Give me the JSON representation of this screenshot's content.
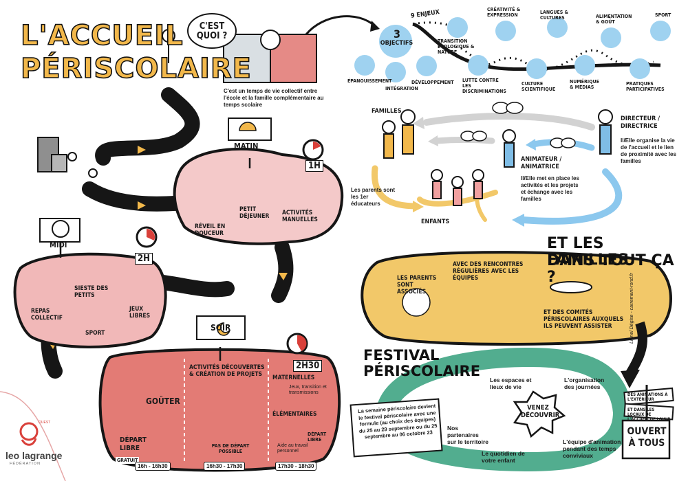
{
  "title": {
    "line1": "L'ACCUEIL",
    "line2": "PÉRISCOLAIRE"
  },
  "cestquoi": {
    "bubble": "C'EST QUOI ?",
    "text": "C'est un temps de vie collectif entre l'école et la famille complémentaire au temps scolaire"
  },
  "objectives": {
    "enjeux": "9 ENJEUX",
    "count": "3",
    "label": "OBJECTIFS",
    "items": [
      "ÉPANOUISSEMENT",
      "INTÉGRATION",
      "DÉVELOPPEMENT"
    ],
    "enjeux_items": [
      "TRANSITION ÉCOLOGIQUE & NATURE",
      "CRÉATIVITÉ & EXPRESSION",
      "LUTTE CONTRE LES DISCRIMINATIONS",
      "CULTURE SCIENTIFIQUE",
      "LANGUES & CULTURES",
      "NUMÉRIQUE & MÉDIAS",
      "ALIMENTATION & GOÛT",
      "PRATIQUES PARTICIPATIVES",
      "SPORT"
    ]
  },
  "actors": {
    "familles": "FAMILLES",
    "parents_text": "Les parents sont les 1er éducateurs",
    "enfants": "ENFANTS",
    "directeur": "DIRECTEUR / DIRECTRICE",
    "directeur_text": "Il/Elle organise la vie de l'accueil et le lien de proximité avec les familles",
    "animateur": "ANIMATEUR / ANIMATRICE",
    "animateur_text": "Il/Elle met en place les activités et les projets et échange avec les familles"
  },
  "matin": {
    "sign": "MATIN",
    "duration": "1h",
    "items": [
      "RÉVEIL EN DOUCEUR",
      "PETIT DÉJEUNER",
      "ACTIVITÉS MANUELLES"
    ]
  },
  "midi": {
    "sign": "MIDI",
    "duration": "2h",
    "items": [
      "REPAS COLLECTIF",
      "SIESTE DES PETITS",
      "JEUX LIBRES",
      "SPORT"
    ]
  },
  "soir": {
    "sign": "SOIR",
    "duration": "2h30",
    "gouter": "GOÛTER",
    "depart": "DÉPART LIBRE",
    "gratuit": "GRATUIT",
    "activites": "ACTIVITÉS DÉCOUVERTES & CRÉATION DE PROJETS",
    "pas_depart": "PAS DE DÉPART POSSIBLE",
    "maternelles": "MATERNELLES",
    "maternelles_text": "Jeux, transition et transmissions",
    "elementaires": "ÉLÉMENTAIRES",
    "aide": "Aide au travail personnel",
    "depart2": "DÉPART LIBRE",
    "times": [
      "16h - 16h30",
      "16h30 - 17h30",
      "17h30 - 18h30"
    ]
  },
  "familles_section": {
    "title_l1": "ET LES FAMILLES",
    "title_l2": "DANS TOUT ÇA ?",
    "items": [
      "LES PARENTS SONT ASSOCIÉS",
      "AVEC DES RENCONTRES RÉGULIÈRES AVEC LES ÉQUIPES",
      "ET DES COMITÉS PÉRISCOLAIRES AUXQUELS ILS PEUVENT ASSISTER"
    ]
  },
  "festival": {
    "title_l1": "FESTIVAL",
    "title_l2": "PÉRISCOLAIRE",
    "panel": "La semaine périscolaire devient le festival périscolaire avec une formule (au choix des équipes) du 25 au 29 septembre ou du 25 septembre au 06 octobre 23",
    "venez": "VENEZ DÉCOUVRIR",
    "items": [
      "Les espaces et lieux de vie",
      "L'organisation des journées",
      "Nos partenaires sur le territoire",
      "L'équipe d'animation pendant des temps conviviaux",
      "Le quotidien de votre enfant"
    ],
    "sign_items": [
      "DES ANIMATIONS À L'EXTÉRIEUR",
      "ET DANS LES LOCAUX DE L'ACCUEIL DE LOISIR"
    ],
    "ouvert": "OUVERT À TOUS"
  },
  "credit": "Lionel Dégise - carrement-rond.fr",
  "logo": {
    "name": "leo lagrange",
    "sub": "FÉDÉRATION",
    "side": "OUEST"
  },
  "colors": {
    "yellow": "#f2b84b",
    "pink": "#f1c4c4",
    "red": "#d9403a",
    "green": "#52ad8f",
    "blue": "#7fbde6",
    "gray": "#cfcfcf",
    "black": "#161616"
  }
}
